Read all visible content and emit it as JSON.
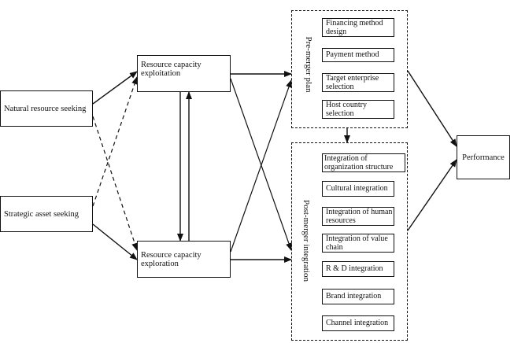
{
  "sources": {
    "natural": "Natural resource seeking",
    "strategic": "Strategic asset seeking"
  },
  "capacities": {
    "exploitation": "Resource capacity exploitation",
    "exploration": "Resource capacity exploration"
  },
  "pre_merger": {
    "title": "Pre-merger plan",
    "items": [
      "Financing method design",
      "Payment method",
      "Target enterprise selection",
      "Host country selection"
    ]
  },
  "post_merger": {
    "title": "Post-merger integration",
    "items": [
      "Integration of organization structure",
      "Cultural integration",
      "Integration of human resources",
      "Integration of value chain",
      "R & D integration",
      "Brand integration",
      "Channel integration"
    ]
  },
  "outcome": {
    "performance": "Performance"
  }
}
